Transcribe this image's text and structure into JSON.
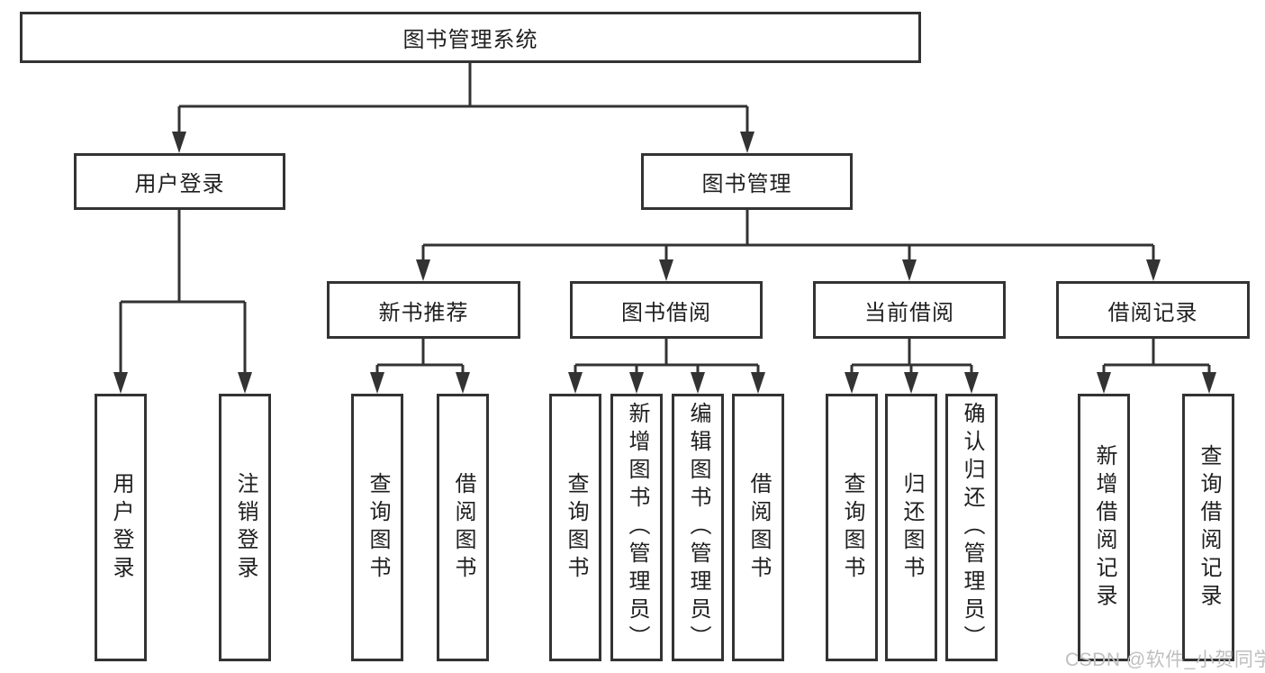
{
  "diagram": {
    "title": "图书管理系统",
    "root": {
      "label": "图书管理系统"
    },
    "level2": [
      {
        "label": "用户登录"
      },
      {
        "label": "图书管理"
      }
    ],
    "level3": [
      {
        "label": "新书推荐"
      },
      {
        "label": "图书借阅"
      },
      {
        "label": "当前借阅"
      },
      {
        "label": "借阅记录"
      }
    ],
    "leaves": [
      {
        "label": "用户登录",
        "parent": "用户登录"
      },
      {
        "label": "注销登录",
        "parent": "用户登录"
      },
      {
        "label": "查询图书",
        "parent": "新书推荐"
      },
      {
        "label": "借阅图书",
        "parent": "新书推荐"
      },
      {
        "label": "查询图书",
        "parent": "图书借阅"
      },
      {
        "label": "新增图书（管理员）",
        "parent": "图书借阅"
      },
      {
        "label": "编辑图书（管理员）",
        "parent": "图书借阅"
      },
      {
        "label": "借阅图书",
        "parent": "图书借阅"
      },
      {
        "label": "查询图书",
        "parent": "当前借阅"
      },
      {
        "label": "归还图书",
        "parent": "当前借阅"
      },
      {
        "label": "确认归还（管理员）",
        "parent": "当前借阅"
      },
      {
        "label": "新增借阅记录",
        "parent": "借阅记录"
      },
      {
        "label": "查询借阅记录",
        "parent": "借阅记录"
      }
    ],
    "watermark": "CSDN @软件_小贺同学",
    "colors": {
      "line": "#333333",
      "text": "#1f1f1f",
      "background": "#ffffff",
      "watermark": "#bfbfbf"
    }
  }
}
